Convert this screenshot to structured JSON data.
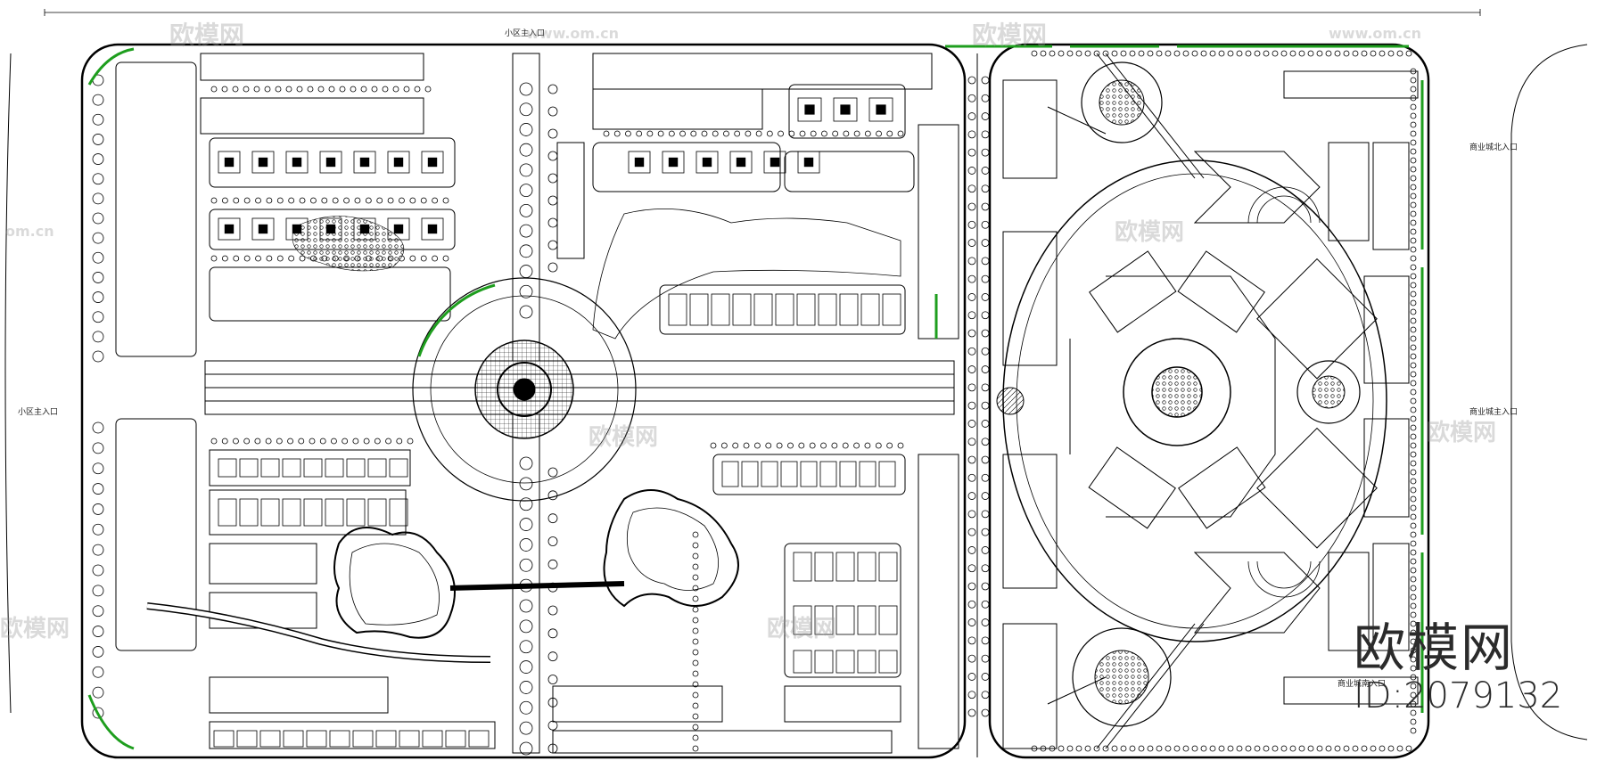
{
  "colors": {
    "ink": "#000000",
    "vegetation": "#1e9e1e",
    "paper": "#ffffff",
    "watermark": "#9a9a9a"
  },
  "labels": {
    "north_entrance": "小区主入口",
    "west_entrance": "小区主入口",
    "east_entrance_upper": "商业城北入口",
    "east_entrance_mid": "商业城主入口",
    "east_entrance_lower": "商业城南入口"
  },
  "watermarks": {
    "brand": "欧模网",
    "url": "www.om.cn",
    "url_short": "om.cn",
    "id_text": "ID:2079132"
  },
  "icons": {
    "watermark_logo": "om-logo-icon"
  }
}
